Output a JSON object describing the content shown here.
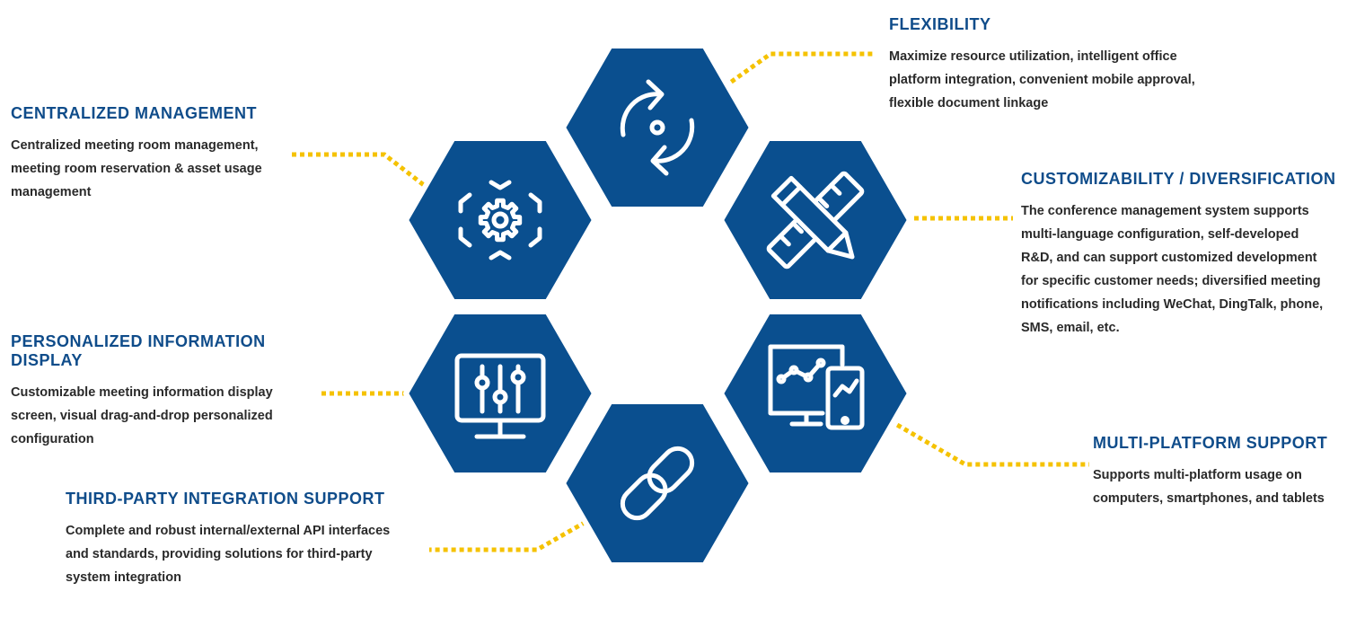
{
  "colors": {
    "hexagon": "#0a4f8f",
    "connector": "#f5c200",
    "heading": "#0f4c8a",
    "body_text": "#2a2a2a",
    "icon": "#ffffff"
  },
  "features": [
    {
      "id": "flexibility",
      "icon": "refresh-cycle-icon",
      "title": "FLEXIBILITY",
      "lines": [
        "Maximize resource utilization, intelligent office",
        "platform integration, convenient mobile approval,",
        "flexible document linkage"
      ]
    },
    {
      "id": "centralized-management",
      "icon": "gear-settings-icon",
      "title": "CENTRALIZED MANAGEMENT",
      "lines": [
        "Centralized meeting room management,",
        "meeting room reservation & asset usage",
        "management"
      ]
    },
    {
      "id": "customizability",
      "icon": "pencil-ruler-icon",
      "title": "CUSTOMIZABILITY / DIVERSIFICATION",
      "lines": [
        "The conference management system supports",
        "multi-language configuration, self-developed",
        "R&D, and can support customized development",
        "for specific customer needs; diversified meeting",
        "notifications including WeChat, DingTalk, phone,",
        "SMS, email, etc."
      ]
    },
    {
      "id": "personalized-display",
      "icon": "monitor-sliders-icon",
      "title": "PERSONALIZED INFORMATION DISPLAY",
      "lines": [
        "Customizable meeting information display",
        "screen, visual drag-and-drop personalized",
        "configuration"
      ]
    },
    {
      "id": "multi-platform",
      "icon": "monitor-phone-icon",
      "title": "MULTI-PLATFORM SUPPORT",
      "lines": [
        "Supports multi-platform usage on",
        "computers, smartphones, and tablets"
      ]
    },
    {
      "id": "third-party",
      "icon": "chain-link-icon",
      "title": "THIRD-PARTY INTEGRATION SUPPORT",
      "lines": [
        "Complete and robust internal/external API interfaces",
        "and standards, providing solutions for third-party",
        "system integration"
      ]
    }
  ]
}
